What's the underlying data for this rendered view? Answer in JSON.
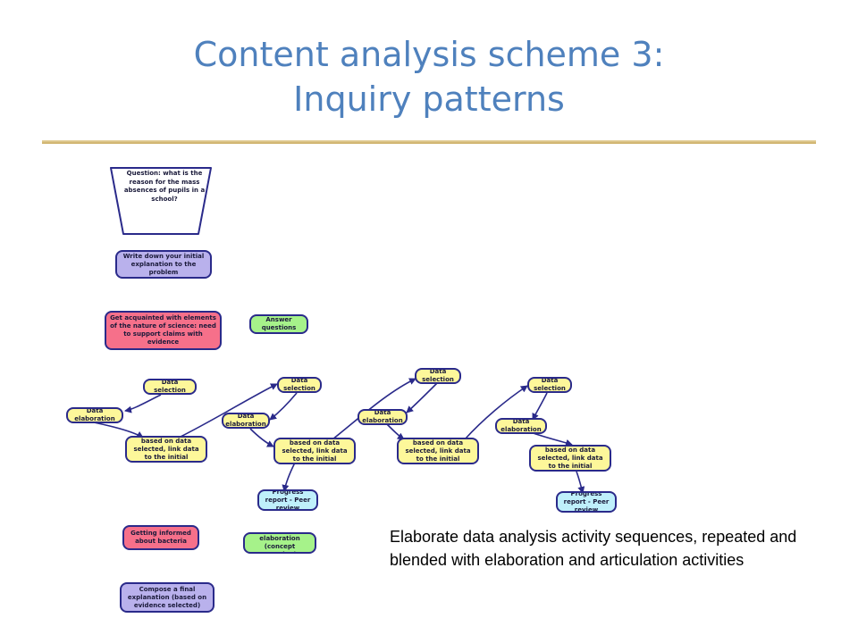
{
  "slide": {
    "title_line1": "Content analysis scheme 3:",
    "title_line2": "Inquiry patterns",
    "caption": "Elaborate data analysis activity sequences, repeated and blended with elaboration and articulation activities"
  },
  "diagram": {
    "question": "Question: what is the reason for the mass absences of pupils in a school?",
    "initial_explanation": "Write down your initial explanation to the problem",
    "nature_of_science": "Get acquainted with elements of the nature of science: need to support claims with evidence",
    "answer_questions": "Answer questions",
    "data_selection": "Data selection",
    "data_elaboration": "Data elaboration",
    "give_explanation": "Give an explanation based on data selected, link data to the initial question",
    "progress_report": "Progress report - Peer review",
    "getting_informed": "Getting informed about bacteria",
    "concept_elaboration": "Concept elaboration (concept mapping)",
    "final_explanation": "Compose a final explanation (based on evidence selected)",
    "colors": {
      "yellow": "#fdf79a",
      "lavender": "#b9b1ec",
      "pink": "#f6708a",
      "green": "#a6f28a",
      "cyan": "#bff0fb",
      "outline": "#2a2a8a",
      "title": "#4f81bd"
    }
  }
}
